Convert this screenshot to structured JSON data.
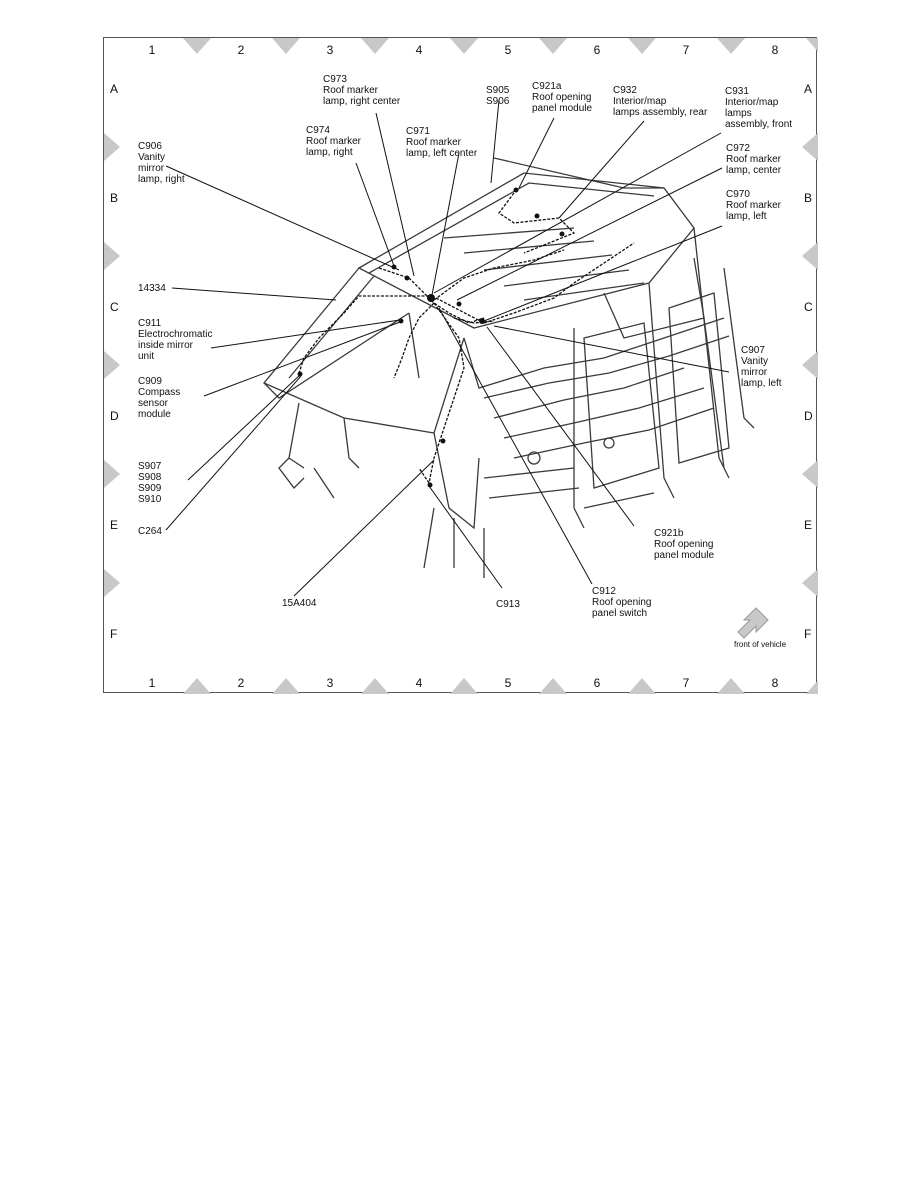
{
  "grid": {
    "columns": [
      "1",
      "2",
      "3",
      "4",
      "5",
      "6",
      "7",
      "8"
    ],
    "rows": [
      "A",
      "B",
      "C",
      "D",
      "E",
      "F"
    ]
  },
  "callouts": [
    {
      "id": "c973",
      "lines": [
        "C973",
        "Roof marker",
        "lamp, right center"
      ]
    },
    {
      "id": "s905",
      "lines": [
        "S905",
        "S906"
      ]
    },
    {
      "id": "c921a",
      "lines": [
        "C921a",
        "Roof opening",
        "panel module"
      ]
    },
    {
      "id": "c932",
      "lines": [
        "C932",
        "Interior/map",
        "lamps assembly, rear"
      ]
    },
    {
      "id": "c931",
      "lines": [
        "C931",
        "Interior/map",
        "lamps",
        "assembly, front"
      ]
    },
    {
      "id": "c974",
      "lines": [
        "C974",
        "Roof marker",
        "lamp, right"
      ]
    },
    {
      "id": "c971",
      "lines": [
        "C971",
        "Roof marker",
        "lamp, left center"
      ]
    },
    {
      "id": "c906",
      "lines": [
        "C906",
        "Vanity",
        "mirror",
        "lamp, right"
      ]
    },
    {
      "id": "c972",
      "lines": [
        "C972",
        "Roof marker",
        "lamp, center"
      ]
    },
    {
      "id": "c970",
      "lines": [
        "C970",
        "Roof marker",
        "lamp, left"
      ]
    },
    {
      "id": "w14334",
      "lines": [
        "14334"
      ]
    },
    {
      "id": "c911",
      "lines": [
        "C911",
        "Electrochromatic",
        "inside mirror",
        "unit"
      ]
    },
    {
      "id": "c907",
      "lines": [
        "C907",
        "Vanity",
        "mirror",
        "lamp, left"
      ]
    },
    {
      "id": "c909",
      "lines": [
        "C909",
        "Compass",
        "sensor",
        "module"
      ]
    },
    {
      "id": "s907",
      "lines": [
        "S907",
        "S908",
        "S909",
        "S910"
      ]
    },
    {
      "id": "c264",
      "lines": [
        "C264"
      ]
    },
    {
      "id": "c921b",
      "lines": [
        "C921b",
        "Roof opening",
        "panel module"
      ]
    },
    {
      "id": "w15a404",
      "lines": [
        "15A404"
      ]
    },
    {
      "id": "c913",
      "lines": [
        "C913"
      ]
    },
    {
      "id": "c912",
      "lines": [
        "C912",
        "Roof opening",
        "panel switch"
      ]
    }
  ],
  "orientation": {
    "label": "front of vehicle"
  },
  "colors": {
    "line": "#111111",
    "frame": "#555555",
    "marker": "#c8c8c8",
    "body": "#3a3a3a"
  }
}
